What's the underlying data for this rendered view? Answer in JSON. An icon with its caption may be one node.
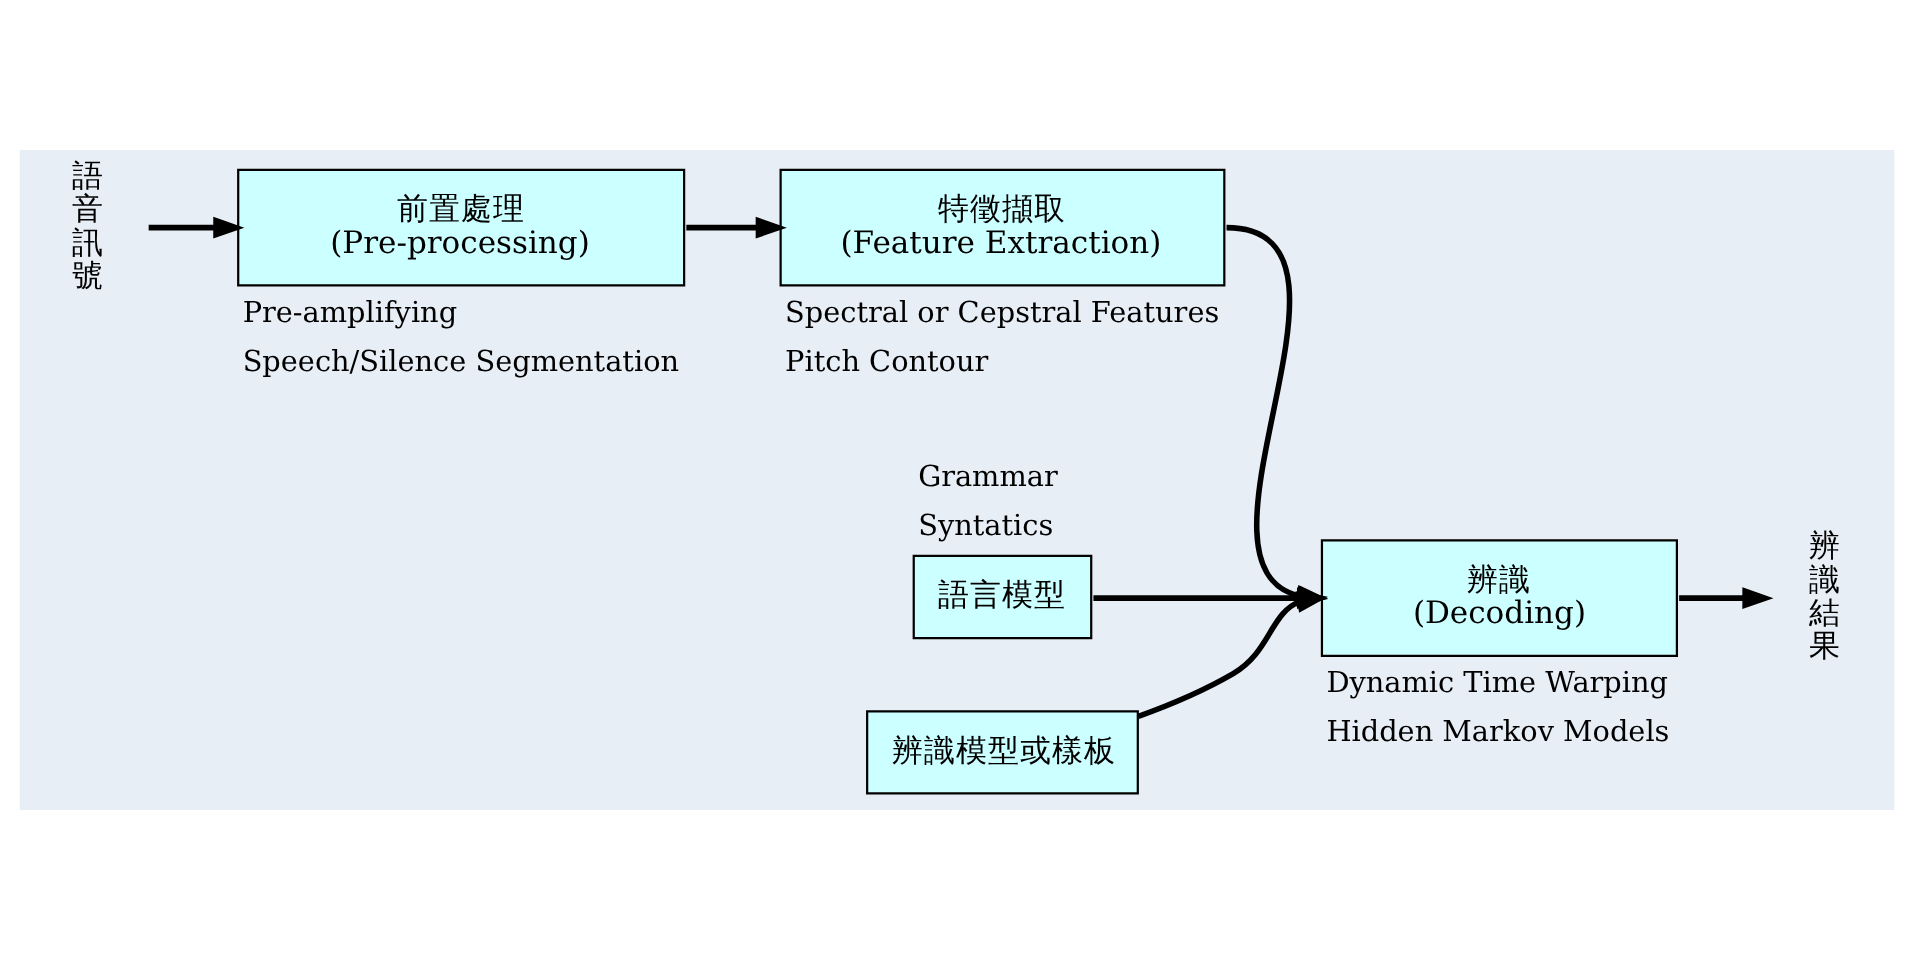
{
  "diagram": {
    "nodes": [
      {
        "text": [
          "語音訊號"
        ]
      },
      {
        "text": [
          "前置處理",
          "(Pre-processing)"
        ],
        "beside": [
          "Pre-amplifying",
          "Speech/Silence Segmentation"
        ]
      },
      {
        "text": [
          "特徵擷取",
          "(Feature Extraction)"
        ],
        "beside": [
          "Spectral or Cepstral Features",
          "Pitch Contour"
        ]
      },
      {
        "text": [
          "語言模型"
        ],
        "beside": [
          "Grammar",
          "Syntatics"
        ]
      },
      {
        "text": [
          "辨識模型或樣板"
        ]
      },
      {
        "text": [
          "辨識",
          "(Decoding)"
        ],
        "beside": [
          "Dynamic Time Warping",
          "Hidden Markov Models"
        ]
      },
      {
        "text": [
          "辨識結果"
        ]
      }
    ],
    "edges": [
      {
        "from": 0,
        "to": 1,
        "arrow": "to"
      },
      {
        "from": 1,
        "to": 2,
        "arrow": "to"
      },
      {
        "from": 2,
        "to": 5,
        "arrow": "to"
      },
      {
        "from": 3,
        "to": 5,
        "arrow": "to"
      },
      {
        "from": 4,
        "to": 5,
        "arrow": "to"
      },
      {
        "from": 5,
        "to": 6,
        "arrow": "to"
      }
    ]
  }
}
